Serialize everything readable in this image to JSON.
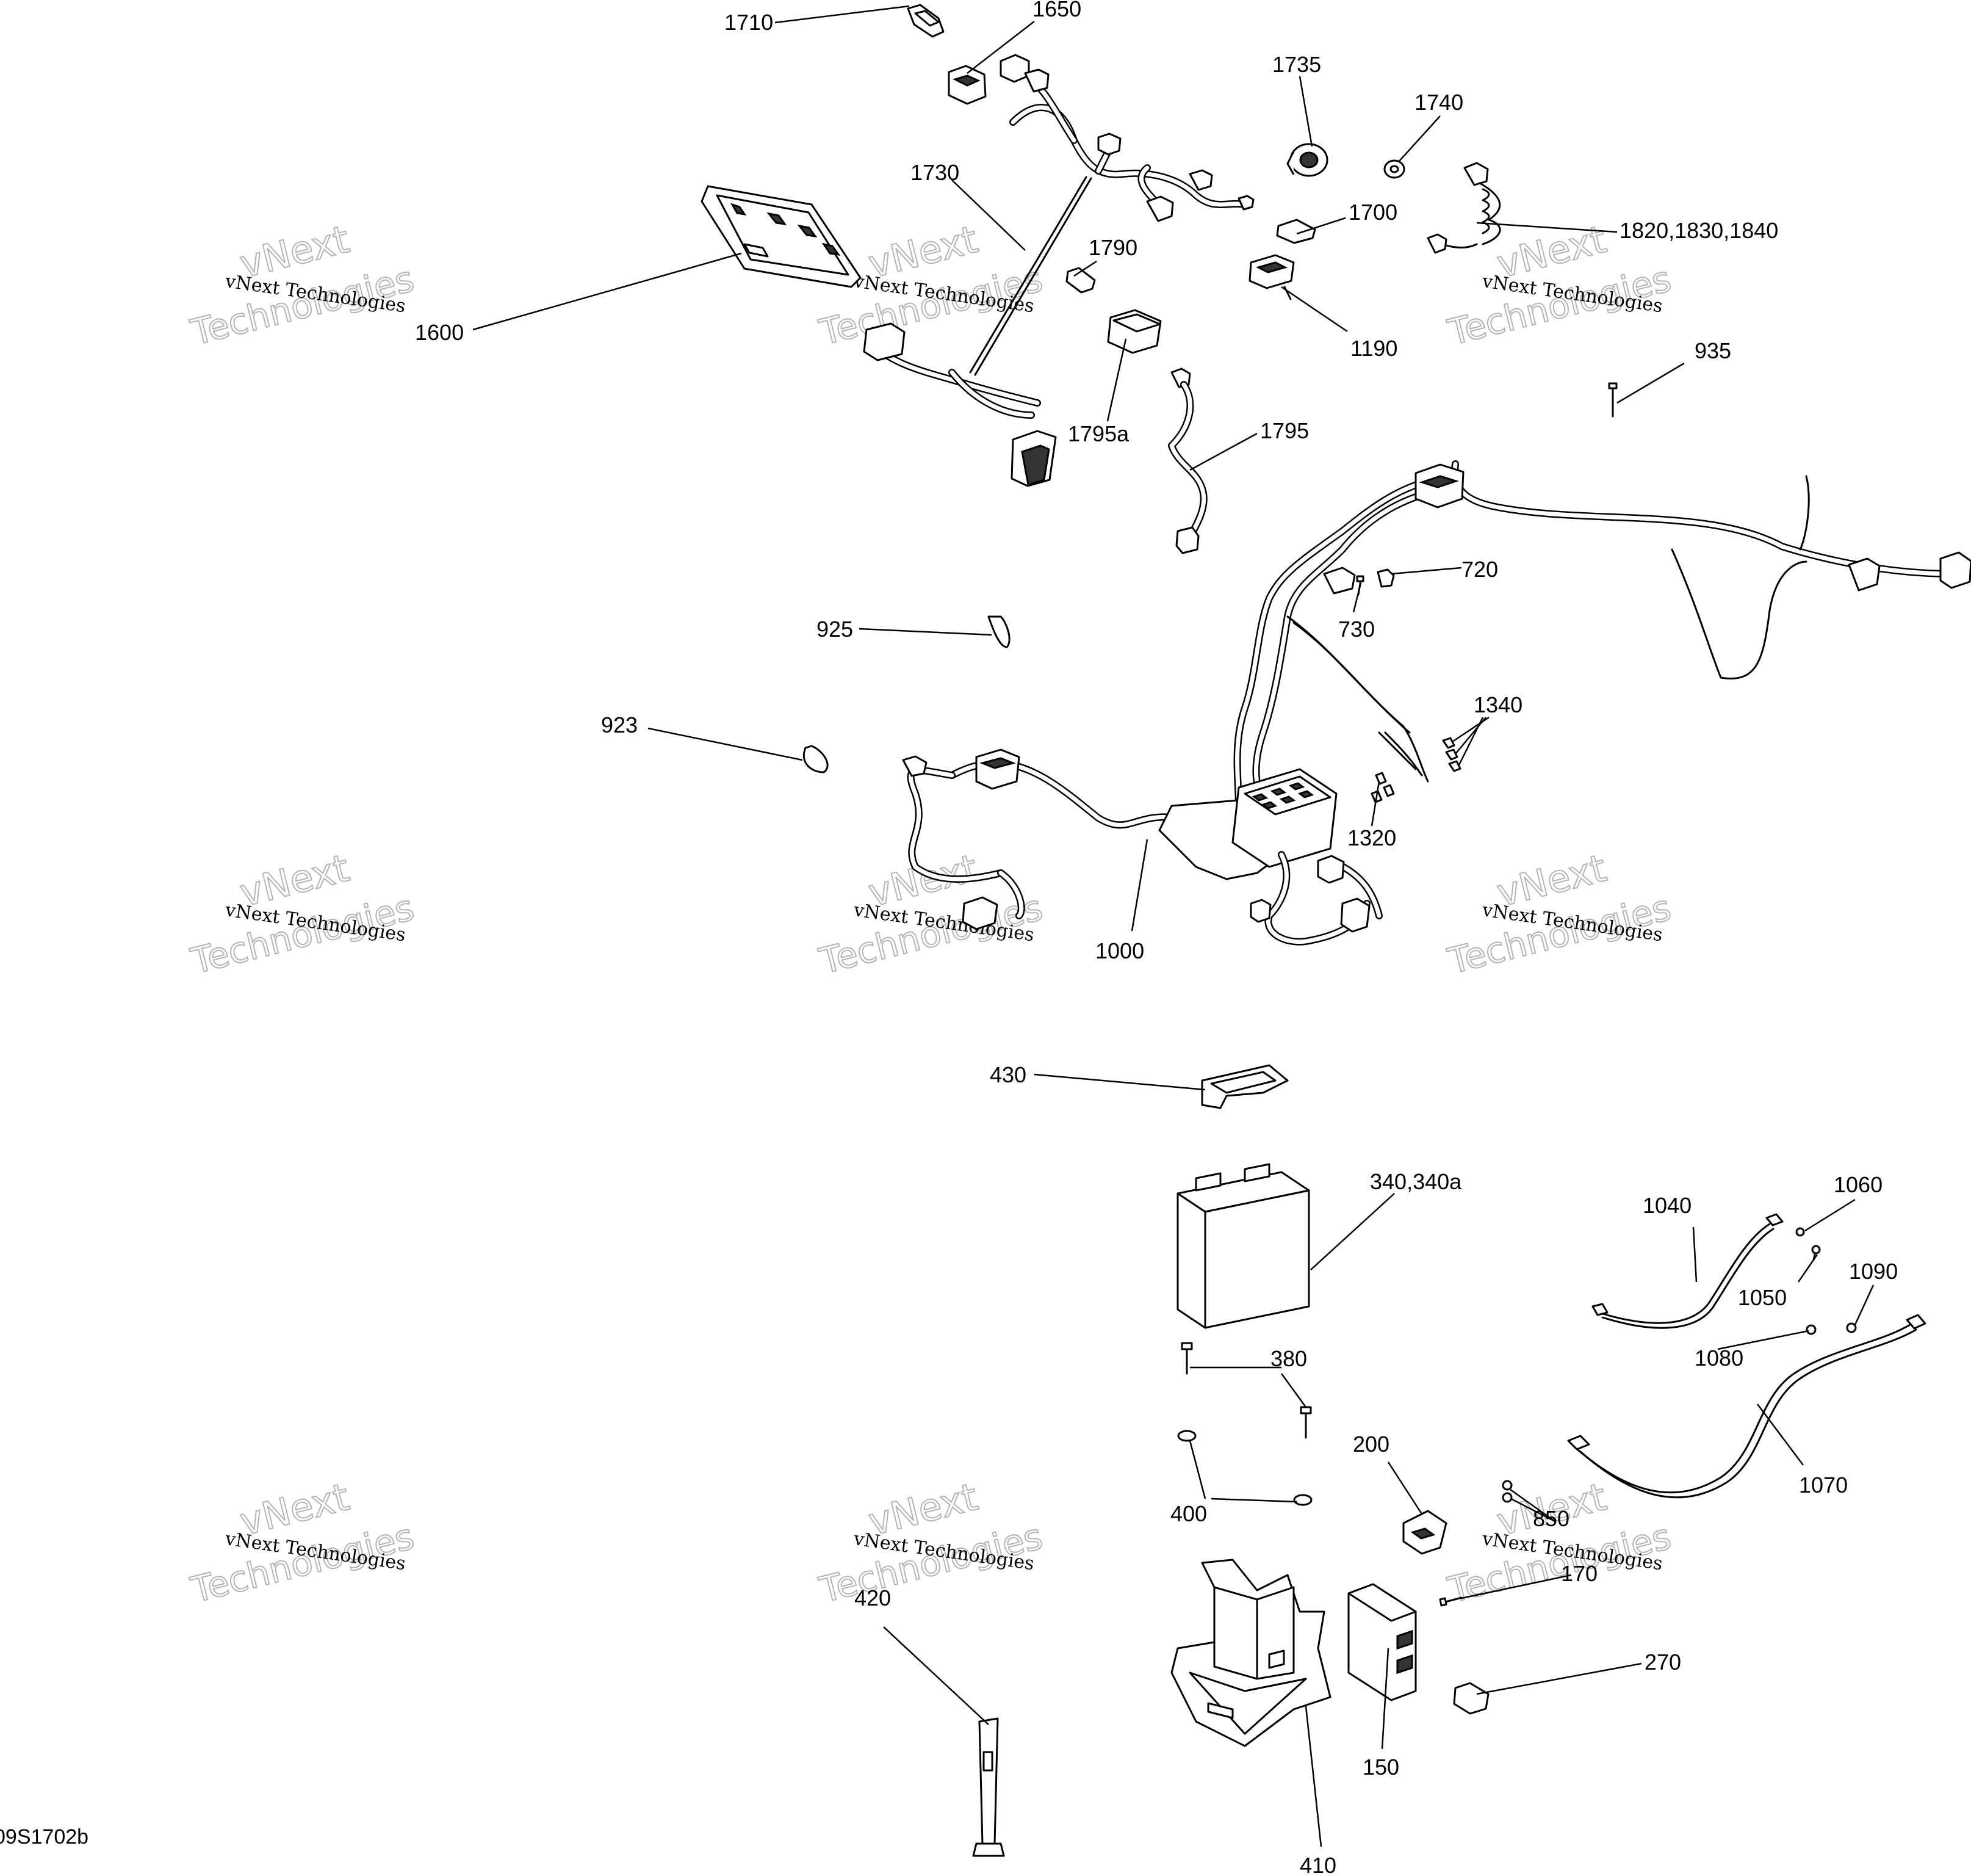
{
  "diagram": {
    "reference_code": "09S1702b",
    "watermark": {
      "line1": "vNext Technologies",
      "line2": "vNext",
      "line3": "Technologies"
    },
    "callouts": [
      {
        "id": "c1710",
        "label": "1710"
      },
      {
        "id": "c1650",
        "label": "1650"
      },
      {
        "id": "c1735",
        "label": "1735"
      },
      {
        "id": "c1740",
        "label": "1740"
      },
      {
        "id": "c1730",
        "label": "1730"
      },
      {
        "id": "c1700",
        "label": "1700"
      },
      {
        "id": "c1820",
        "label": "1820,1830,1840"
      },
      {
        "id": "c1790",
        "label": "1790"
      },
      {
        "id": "c1600",
        "label": "1600"
      },
      {
        "id": "c1190",
        "label": "1190"
      },
      {
        "id": "c935",
        "label": "935"
      },
      {
        "id": "c1795",
        "label": "1795"
      },
      {
        "id": "c1795a",
        "label": "1795a"
      },
      {
        "id": "c720",
        "label": "720"
      },
      {
        "id": "c730",
        "label": "730"
      },
      {
        "id": "c925",
        "label": "925"
      },
      {
        "id": "c923",
        "label": "923"
      },
      {
        "id": "c1340",
        "label": "1340"
      },
      {
        "id": "c1320",
        "label": "1320"
      },
      {
        "id": "c1000",
        "label": "1000"
      },
      {
        "id": "c430",
        "label": "430"
      },
      {
        "id": "c340",
        "label": "340,340a"
      },
      {
        "id": "c1060",
        "label": "1060"
      },
      {
        "id": "c1040",
        "label": "1040"
      },
      {
        "id": "c1090",
        "label": "1090"
      },
      {
        "id": "c1050",
        "label": "1050"
      },
      {
        "id": "c1080",
        "label": "1080"
      },
      {
        "id": "c380",
        "label": "380"
      },
      {
        "id": "c200",
        "label": "200"
      },
      {
        "id": "c1070",
        "label": "1070"
      },
      {
        "id": "c400",
        "label": "400"
      },
      {
        "id": "c850",
        "label": "850"
      },
      {
        "id": "c170",
        "label": "170"
      },
      {
        "id": "c420",
        "label": "420"
      },
      {
        "id": "c270",
        "label": "270"
      },
      {
        "id": "c150",
        "label": "150"
      },
      {
        "id": "c410",
        "label": "410"
      }
    ]
  }
}
